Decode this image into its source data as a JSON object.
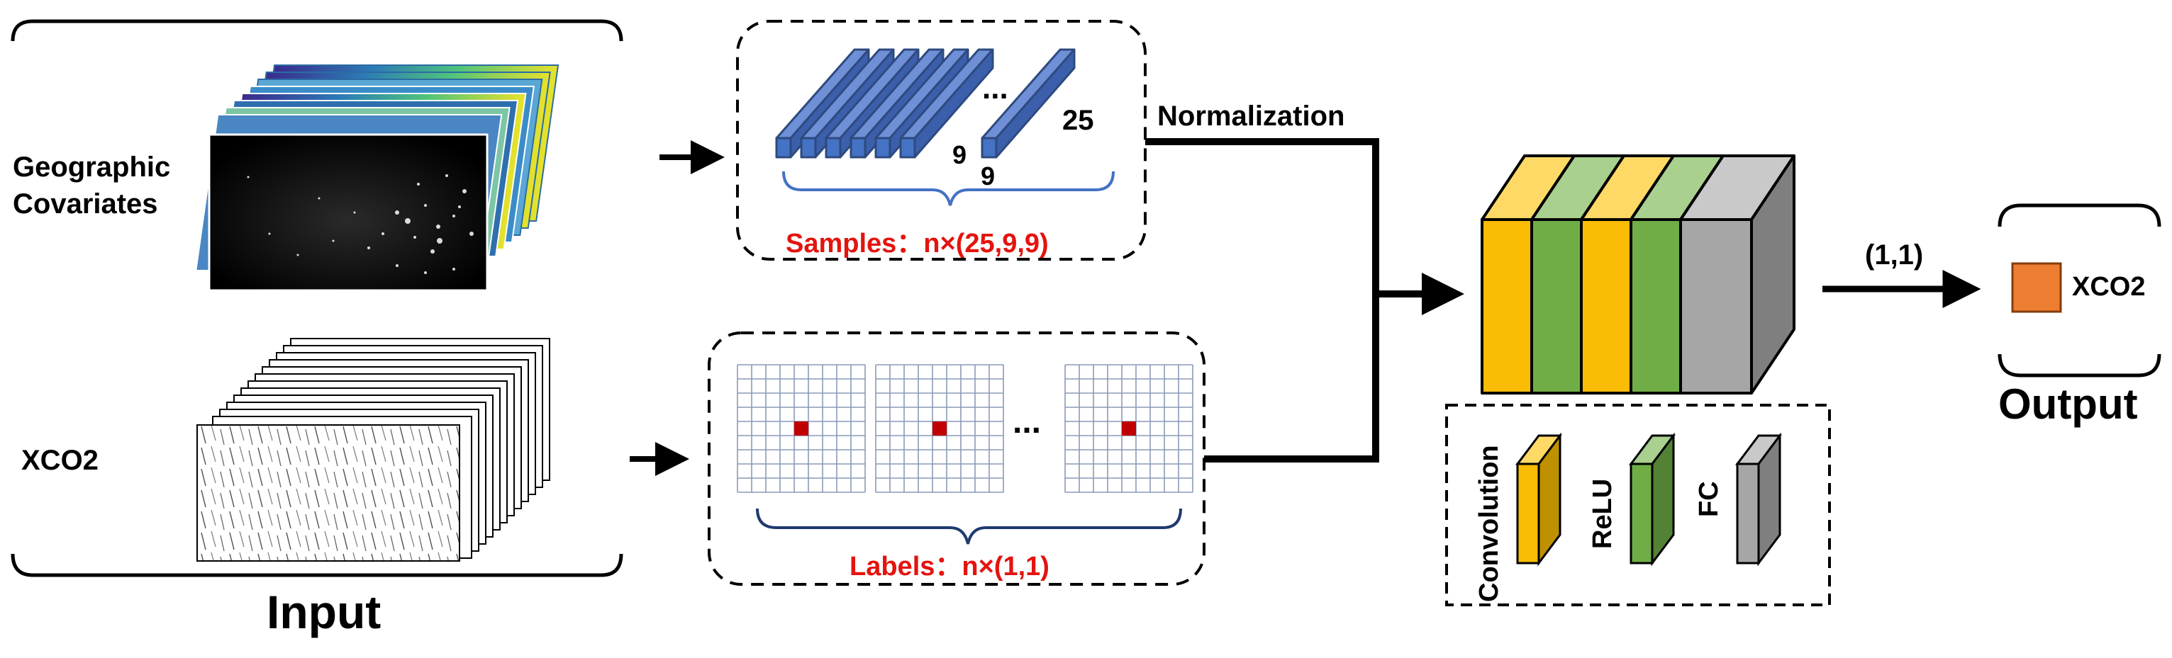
{
  "input": {
    "geo_label": "Geographic\nCovariates",
    "xco2_label": "XCO2",
    "title": "Input"
  },
  "samples": {
    "dim_25": "25",
    "dim_9a": "9",
    "dim_9b": "9",
    "ellipsis": "...",
    "caption": "Samples：n×(25,9,9)"
  },
  "labels": {
    "ellipsis": "...",
    "caption": "Labels：n×(1,1)"
  },
  "normalization": "Normalization",
  "legend": {
    "convolution": "Convolution",
    "relu": "ReLU",
    "fc": "FC"
  },
  "output": {
    "shape": "(1,1)",
    "label": "XCO2",
    "title": "Output"
  },
  "colors": {
    "conv": "#fbbc05",
    "relu": "#70ad47",
    "fc": "#a6a6a6",
    "sample_bar": "#4472c4",
    "label_pixel": "#c00000",
    "output_box": "#ed7d31",
    "grid": "#8a9ab8",
    "caption": "#e3140f"
  }
}
